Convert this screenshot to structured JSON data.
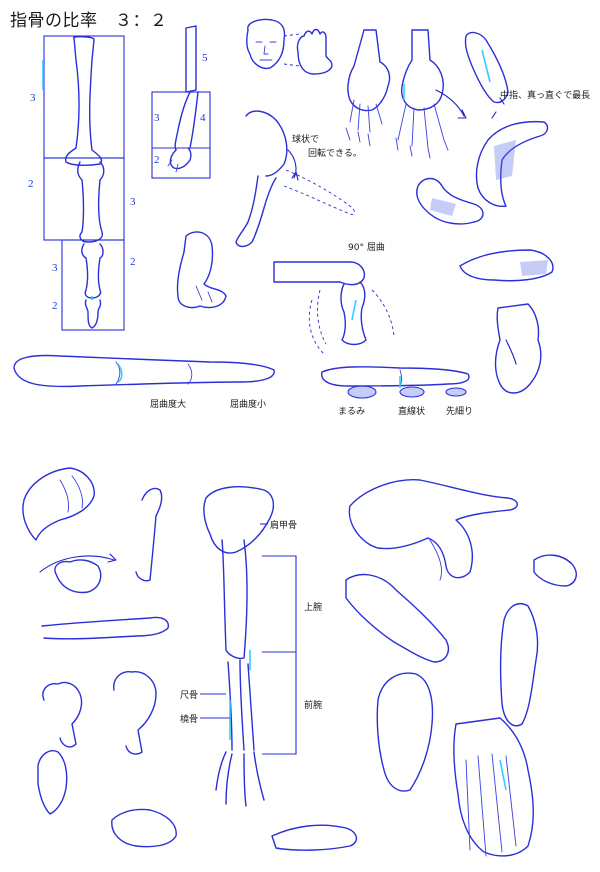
{
  "title": "指骨の比率　３：２",
  "labels": {
    "sphere_line1": "球状で",
    "sphere_line2": "回転できる。",
    "middle_finger": "中指、真っ直ぐで最長",
    "flex90": "90° 屈曲",
    "flex_large": "屈曲度大",
    "flex_small": "屈曲度小",
    "shape_round": "まるみ",
    "shape_straight": "直線状",
    "shape_taper": "先細り",
    "scapula": "肩甲骨",
    "upper_arm": "上腕",
    "forearm": "前腕",
    "ulna": "尺骨",
    "radius": "橈骨"
  },
  "ratios_left": [
    "3",
    "2",
    "3",
    "3",
    "2",
    "2"
  ],
  "ratios_mid": [
    "5",
    "3",
    "4",
    "2"
  ],
  "colors": {
    "ink": "#2a2fd8",
    "accent": "#2fd0ff",
    "label": "#1a1a1a"
  }
}
